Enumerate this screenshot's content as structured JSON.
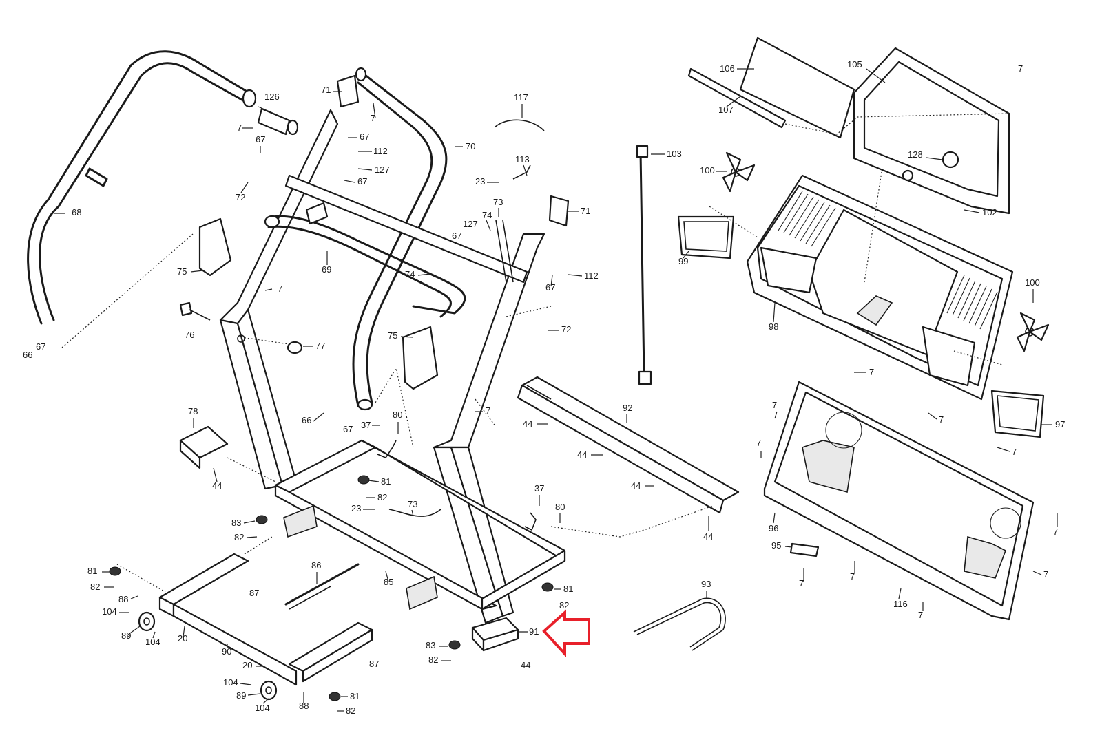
{
  "colors": {
    "line": "#1a1a1a",
    "background": "#ffffff",
    "highlight_arrow": "#e8202a"
  },
  "highlight": {
    "target_part": "91",
    "shape": "arrow-pointing-left"
  },
  "callouts": {
    "c126": "126",
    "c7a": "7",
    "c67a": "67",
    "c72a": "72",
    "c68": "68",
    "c75a": "75",
    "c7b": "7",
    "c76": "76",
    "c66a": "66",
    "c67b": "67",
    "c77": "77",
    "c71a": "71",
    "c7c": "7",
    "c67c": "67",
    "c112a": "112",
    "c127a": "127",
    "c67d": "67",
    "c69": "69",
    "c70": "70",
    "c117": "117",
    "c113": "113",
    "c23a": "23",
    "c73a": "73",
    "c74a": "74",
    "c127b": "127",
    "c67e": "67",
    "c74b": "74",
    "c71b": "71",
    "c112b": "112",
    "c67f": "67",
    "c72b": "72",
    "c75b": "75",
    "c66b": "66",
    "c67g": "67",
    "c37a": "37",
    "c80a": "80",
    "c7d": "7",
    "c78": "78",
    "c44a": "44",
    "c81a": "81",
    "c82a": "82",
    "c23b": "23",
    "c73b": "73",
    "c83a": "83",
    "c82b": "82",
    "c37b": "37",
    "c80b": "80",
    "c86": "86",
    "c85": "85",
    "c87a": "87",
    "c81b": "81",
    "c82c": "82",
    "c88a": "88",
    "c104a": "104",
    "c89a": "89",
    "c104b": "104",
    "c20a": "20",
    "c90": "90",
    "c81c": "81",
    "c82d": "82",
    "c91": "91",
    "c83b": "83",
    "c82e": "82",
    "c44b": "44",
    "c20b": "20",
    "c87b": "87",
    "c104c": "104",
    "c89b": "89",
    "c104d": "104",
    "c88b": "88",
    "c81d": "81",
    "c82f": "82",
    "c92": "92",
    "c44c": "44",
    "c44d": "44",
    "c44e": "44",
    "c44f": "44",
    "c93": "93",
    "c103": "103",
    "c106": "106",
    "c107": "107",
    "c105": "105",
    "c7e": "7",
    "c128": "128",
    "c102": "102",
    "c100a": "100",
    "c99": "99",
    "c98": "98",
    "c100b": "100",
    "c97": "97",
    "c7f": "7",
    "c7g": "7",
    "c7h": "7",
    "c7i": "7",
    "c7j": "7",
    "c96": "96",
    "c7k": "7",
    "c95": "95",
    "c7l": "7",
    "c7m": "7",
    "c7n": "7",
    "c116": "116",
    "c7o": "7"
  }
}
